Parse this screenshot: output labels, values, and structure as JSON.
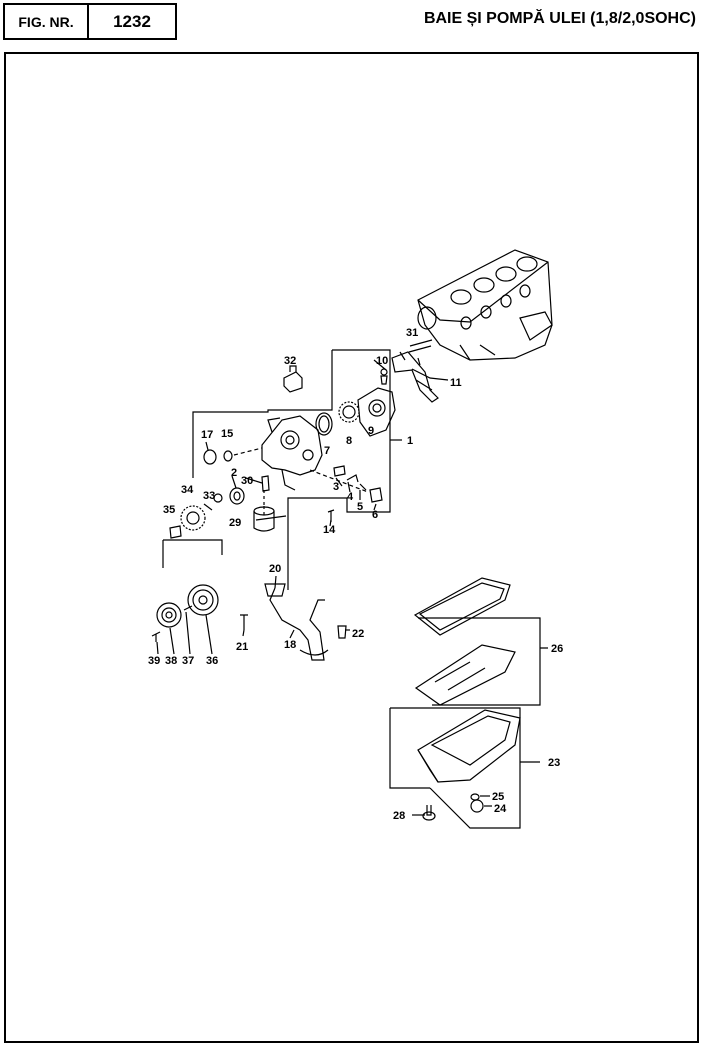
{
  "header": {
    "fig_label": "FIG. NR.",
    "fig_number": "1232",
    "title": "BAIE ȘI POMPĂ ULEI (1,8/2,0SOHC)"
  },
  "callouts": {
    "c1": "1",
    "c2": "2",
    "c3": "3",
    "c4": "4",
    "c5": "5",
    "c6": "6",
    "c7": "7",
    "c8": "8",
    "c9": "9",
    "c10": "10",
    "c11": "11",
    "c14": "14",
    "c15": "15",
    "c17": "17",
    "c18": "18",
    "c20": "20",
    "c21": "21",
    "c22": "22",
    "c23": "23",
    "c24": "24",
    "c25": "25",
    "c26": "26",
    "c28": "28",
    "c29": "29",
    "c30": "30",
    "c31": "31",
    "c32": "32",
    "c33": "33",
    "c34": "34",
    "c35": "35",
    "c36": "36",
    "c37": "37",
    "c38": "38",
    "c39": "39"
  }
}
